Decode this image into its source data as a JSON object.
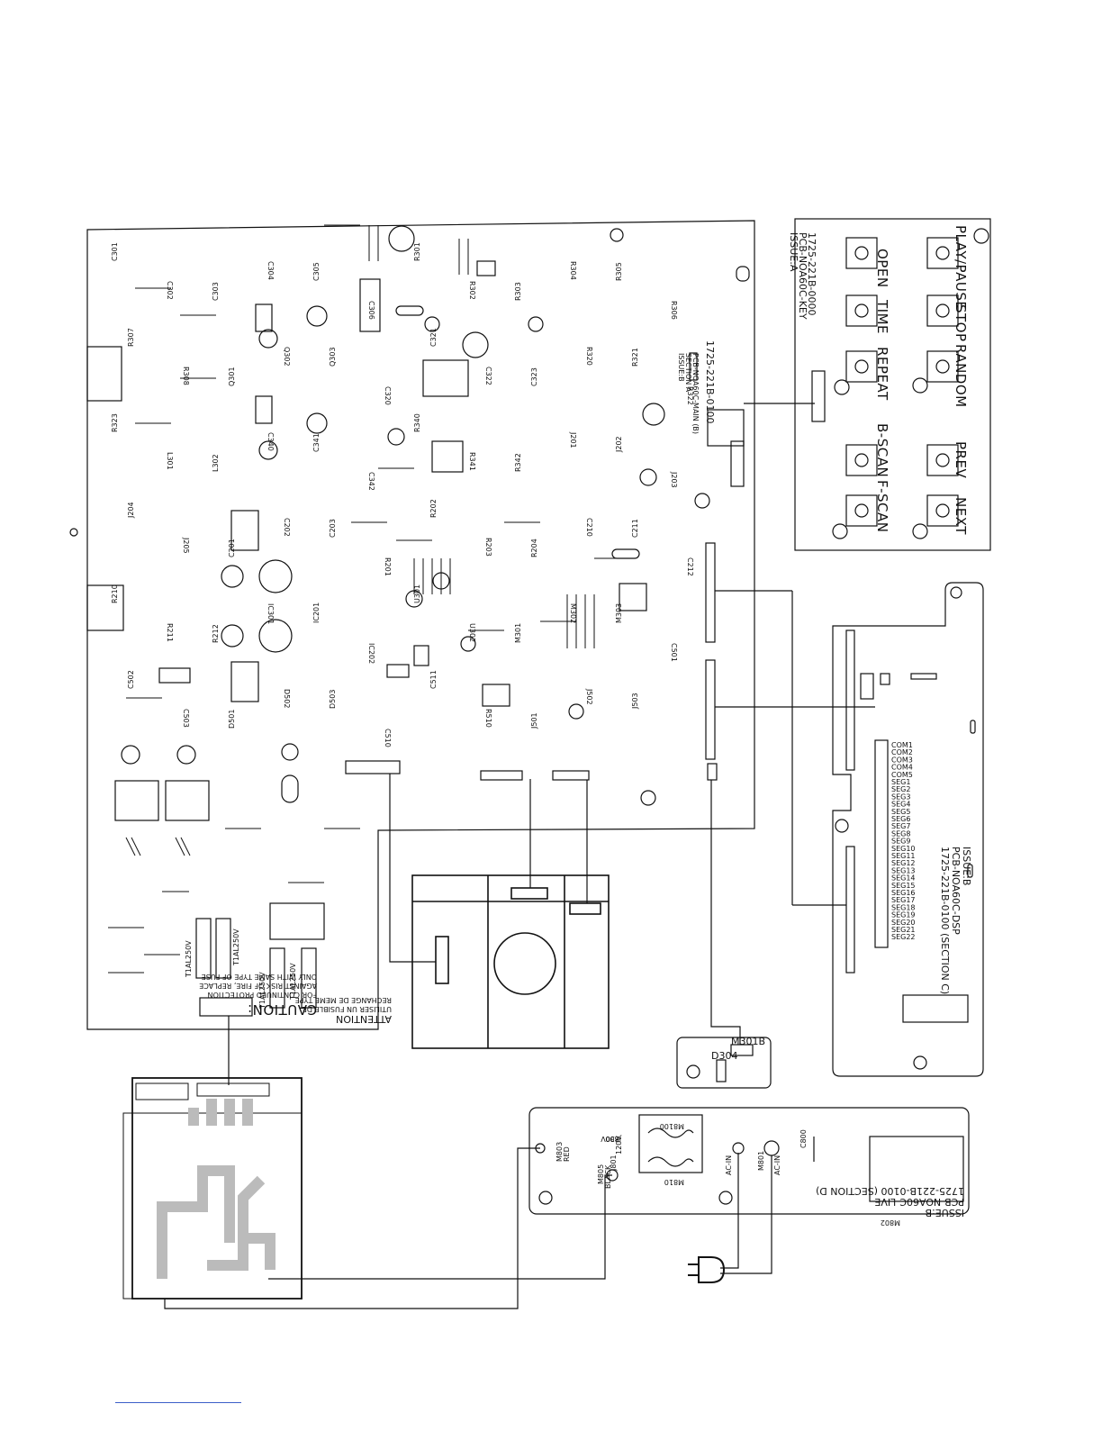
{
  "main_board": {
    "board_label": "1725-221B-0100",
    "pcb_label": "PCB-NOA60C-MAIN (B)",
    "section_label": "SECTION A",
    "issue_label": "ISSUE:B",
    "caution": [
      "CAUTION:",
      "FOR CONTINUED PROTECTION",
      "AGAINST RISK OF FIRE, REPLACE",
      "ONLY WITH SAME TYPE OF FUSE"
    ],
    "attention": [
      "ATTENTION",
      "UTILISER UN FUSIBLE DE",
      "RECHANGE DE MEME TYPE"
    ],
    "fuses": [
      "T1AL250V",
      "T1AL250V",
      "T1AL250V",
      "T1AL250V"
    ],
    "components": [
      "C301",
      "C302",
      "C303",
      "C304",
      "C305",
      "C306",
      "R301",
      "R302",
      "R303",
      "R304",
      "R305",
      "R306",
      "R307",
      "R308",
      "Q301",
      "Q302",
      "Q303",
      "C320",
      "C321",
      "C322",
      "C323",
      "R320",
      "R321",
      "R322",
      "R323",
      "L301",
      "L302",
      "C340",
      "C341",
      "C342",
      "R340",
      "R341",
      "R342",
      "J201",
      "J202",
      "J203",
      "J204",
      "J205",
      "C201",
      "C202",
      "C203",
      "R201",
      "R202",
      "R203",
      "R204",
      "C210",
      "C211",
      "C212",
      "R210",
      "R211",
      "R212",
      "IC301",
      "IC201",
      "IC202",
      "U301",
      "U302",
      "M301",
      "M302",
      "M303",
      "C501",
      "C502",
      "C503",
      "D501",
      "D502",
      "D503",
      "C510",
      "C511",
      "R510",
      "J501",
      "J502",
      "J503"
    ]
  },
  "key_board": {
    "board_label": "1725-221B-0000",
    "pcb_label": "PCB-NOA60C-KEY",
    "issue_label": "ISSUE:A",
    "buttons": [
      "PLAY/PAUSE",
      "STOP",
      "RANDOM",
      "PREV",
      "NEXT",
      "OPEN",
      "TIME",
      "REPEAT",
      "B-SCAN",
      "F-SCAN"
    ]
  },
  "display_board": {
    "issue_label": "ISSUE:B",
    "pcb_label": "PCB-NOA60C-DSP",
    "board_label": "1725-221B-0100 (SECTION C)",
    "pins": [
      "COM1",
      "COM2",
      "COM3",
      "COM4",
      "COM5",
      "SEG1",
      "SEG2",
      "SEG3",
      "SEG4",
      "SEG5",
      "SEG6",
      "SEG7",
      "SEG8",
      "SEG9",
      "SEG10",
      "SEG11",
      "SEG12",
      "SEG13",
      "SEG14",
      "SEG15",
      "SEG16",
      "SEG17",
      "SEG18",
      "SEG19",
      "SEG20",
      "SEG21",
      "SEG22"
    ]
  },
  "live_board": {
    "issue_label": "ISSUE:B",
    "pcb_label": "PCB-NOA60C-LIVE",
    "board_label": "1725-221B-0100 (SECTION D)",
    "voltage_230": "230V",
    "voltage_120": "120V",
    "parts": [
      "J800",
      "J801",
      "M803",
      "M805",
      "M801",
      "M802",
      "M810",
      "M8100",
      "C800"
    ],
    "wire_labels": [
      "RED",
      "BLACK",
      "AC-IN",
      "AC-IN"
    ]
  },
  "small_board": {
    "label": "M301B",
    "part": "D304"
  }
}
